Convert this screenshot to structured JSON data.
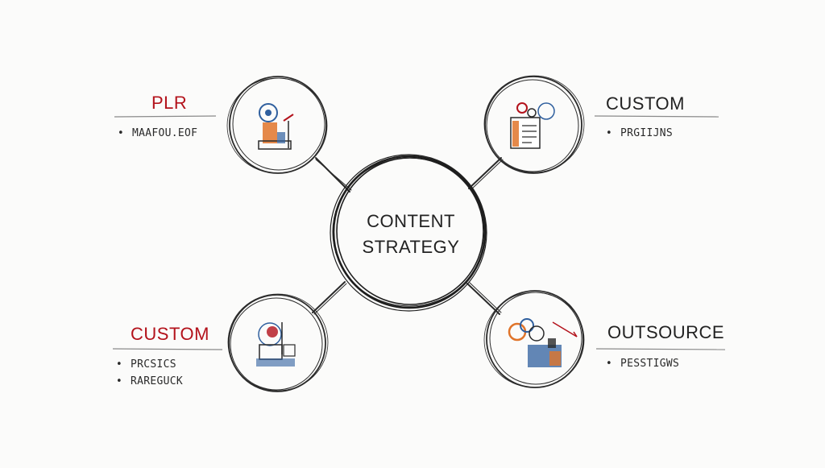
{
  "center": {
    "line1": "CONTENT",
    "line2": "STRATEGY"
  },
  "nodes": {
    "top_left": {
      "title": "PLR",
      "title_color": "#b3121b",
      "bullets": [
        "MAAFOU.EOF"
      ]
    },
    "top_right": {
      "title": "CUSTOM",
      "title_color": "#222222",
      "bullets": [
        "PRGIIJNS"
      ]
    },
    "bottom_left": {
      "title": "CUSTOM",
      "title_color": "#b3121b",
      "bullets": [
        "PRCSICS",
        "RAREGUCK"
      ]
    },
    "bottom_right": {
      "title": "OUTSOURCE",
      "title_color": "#222222",
      "bullets": [
        "PESSTIGWS"
      ]
    }
  },
  "colors": {
    "ink": "#2a2a2a",
    "accent_red": "#b3121b",
    "accent_blue": "#2f5f9e",
    "accent_orange": "#e0742a"
  },
  "icons": {
    "top_left": "gear-document-icon",
    "top_right": "clipboard-gears-icon",
    "bottom_left": "workspace-target-icon",
    "bottom_right": "gears-building-icon"
  }
}
